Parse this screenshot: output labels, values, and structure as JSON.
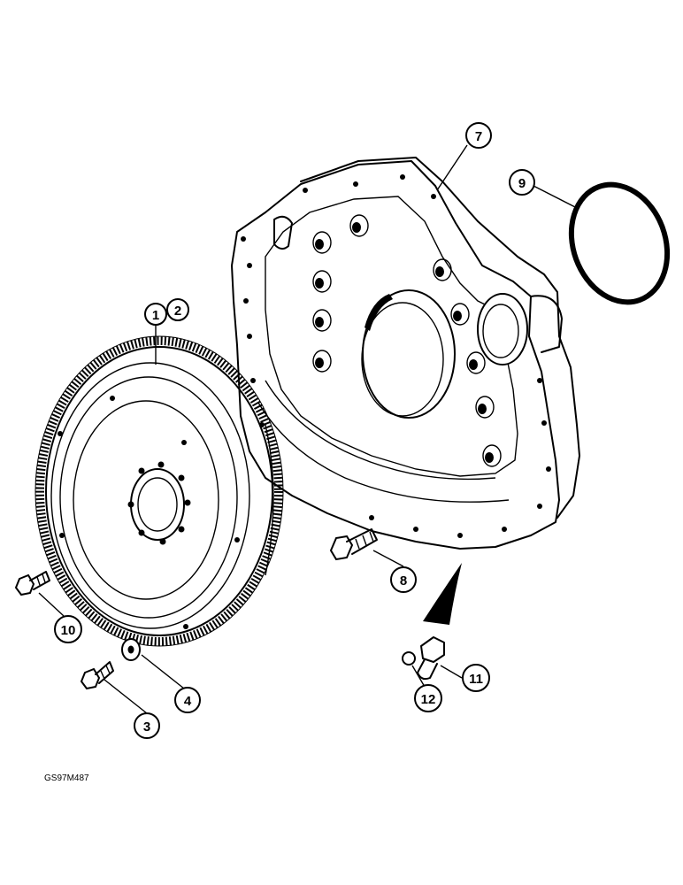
{
  "diagram": {
    "figure_id": "GS97M487",
    "callouts": [
      {
        "key": "c1",
        "label": "1"
      },
      {
        "key": "c2",
        "label": "2"
      },
      {
        "key": "c3",
        "label": "3"
      },
      {
        "key": "c4",
        "label": "4"
      },
      {
        "key": "c7",
        "label": "7"
      },
      {
        "key": "c8",
        "label": "8"
      },
      {
        "key": "c9",
        "label": "9"
      },
      {
        "key": "c10",
        "label": "10"
      },
      {
        "key": "c11",
        "label": "11"
      },
      {
        "key": "c12",
        "label": "12"
      }
    ],
    "parts": {
      "flywheel": "flywheel",
      "housing": "flywheel-housing",
      "o_ring": "o-ring",
      "bolts": "bolt",
      "washer": "washer",
      "plug": "plug"
    }
  }
}
